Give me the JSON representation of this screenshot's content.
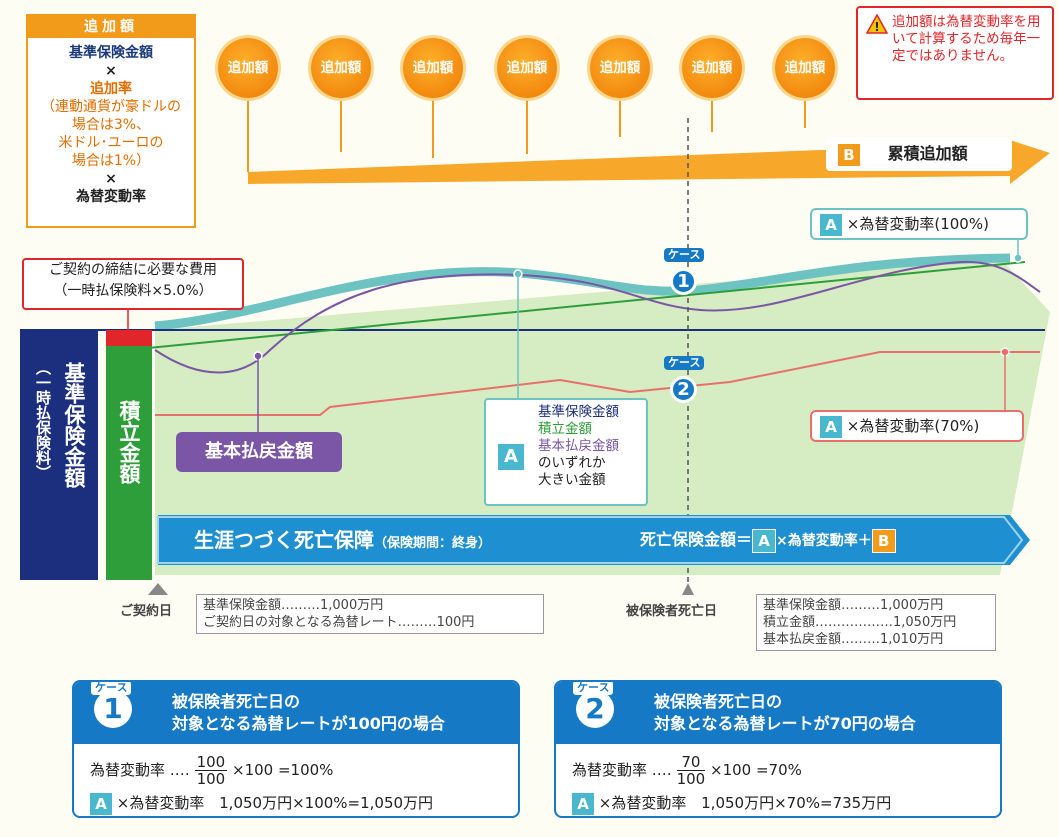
{
  "formula": {
    "header": "追加額",
    "line1": "基準保険金額",
    "x1": "×",
    "line2": "追加率",
    "line3": "（連動通貨が豪ドルの",
    "line4": "場合は3%、",
    "line5": "米ドル･ユーロの",
    "line6": "場合は1%）",
    "x2": "×",
    "line7": "為替変動率"
  },
  "warning": {
    "text": "追加額は為替変動率を用いて計算するため毎年一定ではありません。"
  },
  "coins": [
    "追加額",
    "追加額",
    "追加額",
    "追加額",
    "追加額",
    "追加額",
    "追加額"
  ],
  "cumulative": {
    "letter": "B",
    "label": "累積追加額"
  },
  "fee": {
    "line1": "ご契約の締結に必要な費用",
    "line2": "（一時払保険料×5.0%）"
  },
  "label_100": {
    "letter": "A",
    "text": "×為替変動率(100%)"
  },
  "label_70": {
    "letter": "A",
    "text": "×為替変動率(70%)"
  },
  "col_base": {
    "main": "基準保険金額",
    "sub": "（一時払保険料）"
  },
  "col_tsumi": "積立金額",
  "kihon_label": "基本払戻金額",
  "case_tag": "ケース",
  "case1": "1",
  "case2": "2",
  "legendA": {
    "letter": "A",
    "l1": "基準保険金額",
    "l2": "積立金額",
    "l3": "基本払戻金額",
    "l4": "のいずれか",
    "l5": "大きい金額"
  },
  "banner": {
    "title": "生涯つづく死亡保障",
    "sub": "（保険期間：終身）",
    "formula_pre": "死亡保険金額＝",
    "a": "A",
    "mid": "×為替変動率＋",
    "b": "B"
  },
  "contract_day": {
    "label": "ご契約日",
    "l1": "基準保険金額………1,000万円",
    "l2": "ご契約日の対象となる為替レート………100円"
  },
  "death_day": {
    "label": "被保険者死亡日",
    "l1": "基準保険金額………1,000万円",
    "l2": "積立金額………………1,050万円",
    "l3": "基本払戻金額………1,010万円"
  },
  "box1": {
    "tag": "ケース",
    "num": "1",
    "t1": "被保険者死亡日の",
    "t2": "対象となる為替レートが100円の場合",
    "rate_label": "為替変動率 ‥‥",
    "num_top": "100",
    "num_bot": "100",
    "rate_tail": "×100 =100%",
    "a": "A",
    "calc_label": "×為替変動率",
    "calc": "1,050万円×100%=1,050万円"
  },
  "box2": {
    "tag": "ケース",
    "num": "2",
    "t1": "被保険者死亡日の",
    "t2": "対象となる為替レートが70円の場合",
    "rate_label": "為替変動率 ‥‥",
    "num_top": "70",
    "num_bot": "100",
    "rate_tail": "×100 =70%",
    "a": "A",
    "calc_label": "×為替変動率",
    "calc": "1,050万円×70%=735万円"
  },
  "colors": {
    "orange": "#f29a1a",
    "navy": "#1b2f7e",
    "green": "#2e9e3a",
    "teal": "#6cc3c2",
    "purple": "#7b56a6",
    "salmon": "#e8706a",
    "blue": "#1679c6"
  }
}
